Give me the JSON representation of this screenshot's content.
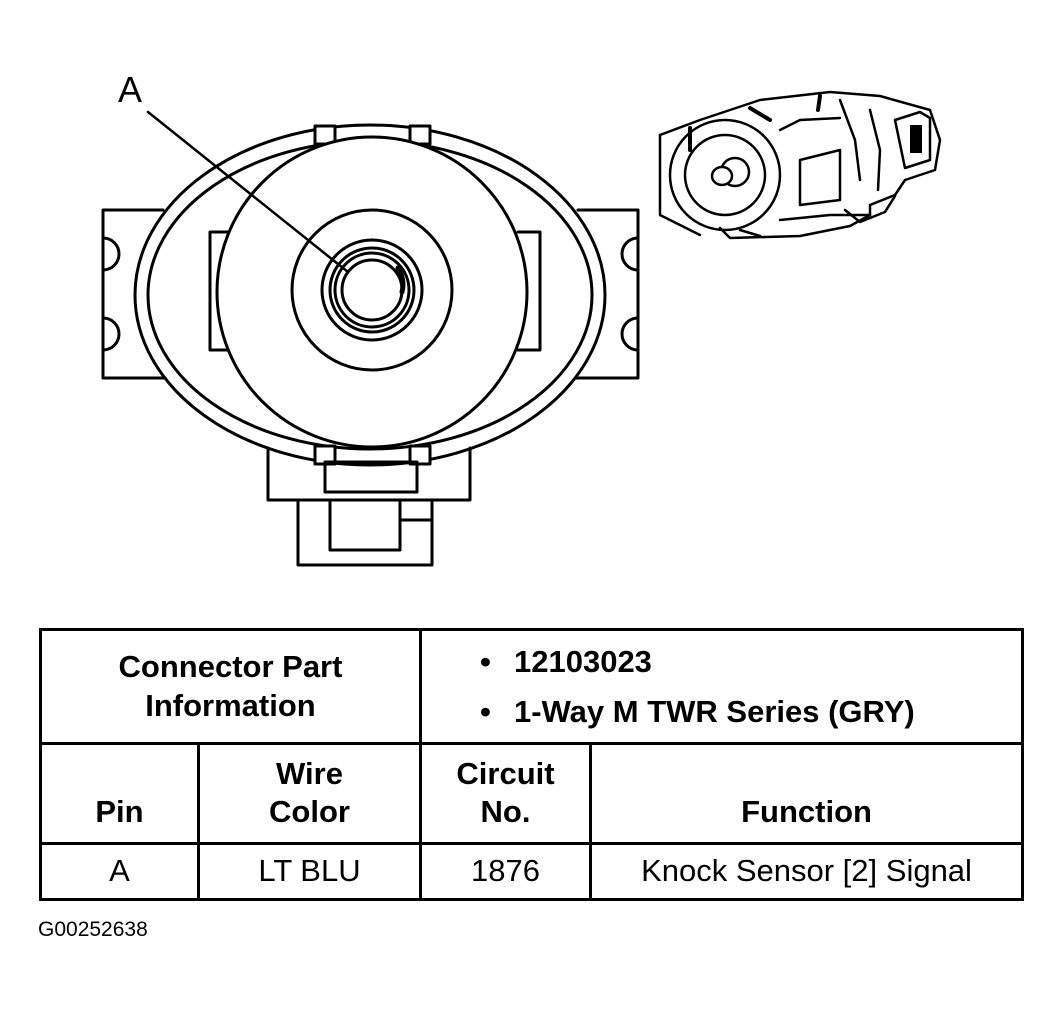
{
  "diagram": {
    "pin_callout": "A"
  },
  "connector_info": {
    "header": "Connector Part Information",
    "parts": [
      "12103023",
      "1-Way M TWR Series (GRY)"
    ]
  },
  "table": {
    "columns": {
      "pin": "Pin",
      "wire_color": "Wire Color",
      "circuit_no": "Circuit No.",
      "function": "Function"
    },
    "rows": [
      {
        "pin": "A",
        "wire_color": "LT BLU",
        "circuit_no": "1876",
        "function": "Knock Sensor [2] Signal"
      }
    ]
  },
  "figure_id": "G00252638"
}
